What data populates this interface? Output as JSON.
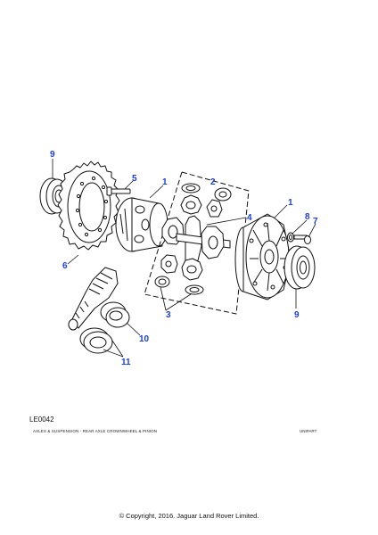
{
  "diagram": {
    "reference": "LE0042",
    "caption": "AXLES & SUSPENSION - REAR AXLE CROWNWHEEL & PINION",
    "catalog": "UNIPART",
    "copyright": "© Copyright, 2016. Jaguar Land Rover Limited.",
    "callouts": {
      "c9a": "9",
      "c5": "5",
      "c1a": "1",
      "c2": "2",
      "c4": "4",
      "c1b": "1",
      "c8": "8",
      "c7": "7",
      "c6": "6",
      "c3": "3",
      "c9b": "9",
      "c10": "10",
      "c11": "11"
    },
    "colors": {
      "callout": "#1a3fd6",
      "line": "#111111"
    }
  }
}
